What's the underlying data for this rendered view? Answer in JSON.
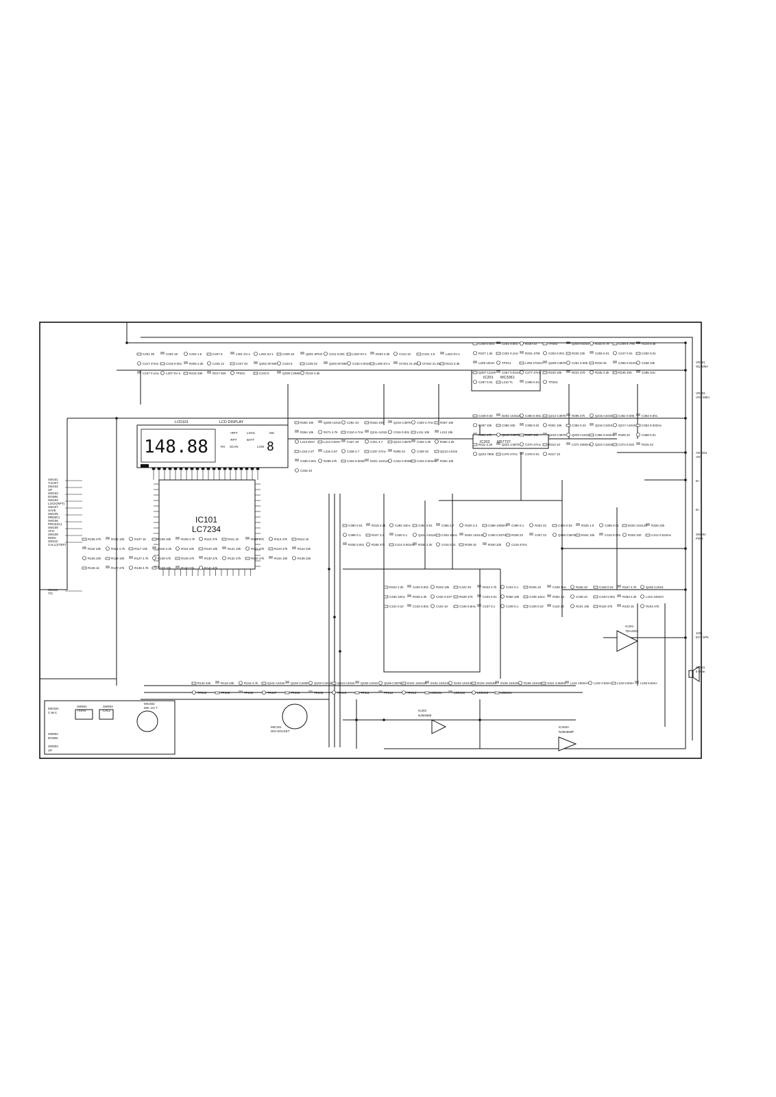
{
  "lcd": {
    "block_title": "LCD101",
    "display_title": "LCD DISPLAY",
    "readout": "148.88",
    "indicators": [
      "+RPT",
      "LOCK",
      "-RPT",
      "BATT",
      "RX",
      "SCAN",
      "LOW"
    ],
    "ms_label": "MS",
    "ms_digit": "8"
  },
  "ics": [
    {
      "ref": "IC101",
      "part": "LC7234"
    },
    {
      "ref": "IC201",
      "part": "MC3361"
    },
    {
      "ref": "IC202",
      "part": "M57737"
    },
    {
      "ref": "IC204",
      "part": "TDA2003"
    },
    {
      "ref": "IC203",
      "part": "NJM4558"
    },
    {
      "ref": "IC203A",
      "part": "NJM4558P"
    }
  ],
  "switches": [
    {
      "ref": "SW101",
      "name": "T.SHFT"
    },
    {
      "ref": "SW102",
      "name": "UP"
    },
    {
      "ref": "SW103",
      "name": "DOWN"
    },
    {
      "ref": "SW104",
      "name": "LOCK(RPT)"
    },
    {
      "ref": "SW107",
      "name": "SAVE"
    },
    {
      "ref": "SW105",
      "name": "MR(MC)"
    },
    {
      "ref": "SW106",
      "name": "PRIO(SC)"
    },
    {
      "ref": "SW108",
      "name": "VFO"
    },
    {
      "ref": "SW109",
      "name": "MONI"
    },
    {
      "ref": "SW110",
      "name": "CALL(STEP)"
    },
    {
      "ref": "SW112",
      "name": "T/C"
    }
  ],
  "connectors": [
    {
      "ref": "VR201",
      "name": "SQ 10kA"
    },
    {
      "ref": "VR202",
      "name": "VOL 50kA"
    },
    {
      "ref": "ANT201",
      "name": "ANT"
    },
    {
      "ref": "SW201",
      "name": "PWR"
    },
    {
      "ref": "J201",
      "name": "EXT SPK"
    },
    {
      "ref": "SP201",
      "name": "8 Ohm"
    },
    {
      "ref": "MIC101",
      "name": "DIN SOCKET"
    },
    {
      "ref": "MIC501",
      "name": "C-M-C"
    },
    {
      "ref": "MIC502",
      "name": "MIC 1/4 T"
    },
    {
      "ref": "SW501",
      "name": "TX/RX"
    },
    {
      "ref": "SW504",
      "name": "CALL"
    },
    {
      "ref": "SW502",
      "name": "DOWN"
    },
    {
      "ref": "SW503",
      "name": "UP"
    },
    {
      "ref": "B+",
      "name": ""
    },
    {
      "ref": "B+",
      "name": ""
    }
  ],
  "components": [
    "C201 39",
    "C203 18",
    "C204 1.5",
    "C207 5",
    "L201 SV-1",
    "L202 SV-1",
    "C209 18",
    "Q201 SPH0",
    "C211 0.001",
    "L203 SV-1",
    "R203 3.3k",
    "C213 10",
    "C221 1.5",
    "L204 SV-1",
    "C217 47nm",
    "C219 0.001",
    "R205 2.2k",
    "C226 12",
    "C227 33",
    "Q202 SF289",
    "C223 6",
    "C229 22",
    "Q203 SF289",
    "C232 0.001mc",
    "L206 SV-1",
    "CF201 21.4MHz",
    "CF202 21.4MHz",
    "R213 3.3k",
    "C237 0.1mc",
    "L207 SV-4",
    "R215 33k",
    "R217 820",
    "TP201",
    "C243 5",
    "Q206 C2668",
    "R219 3.3k",
    "C240 0.001",
    "C241 0.001",
    "R220 10",
    "TP202",
    "Q204 A1015",
    "R222 4.7k",
    "C249 4.7mc",
    "R224 8.4k",
    "R227 1.2k",
    "C251 0.1mc",
    "R231 470k",
    "C253 0.001",
    "R232 22k",
    "C255 0.01",
    "C247 0.01",
    "C250 0.01",
    "L208 10mH",
    "TP214",
    "L209 470mH",
    "Q208 C3875",
    "C261 0.005",
    "R233 4k",
    "C265 0.01mc",
    "C268 10k",
    "Q207 C1100",
    "C267 0.01mc",
    "C277 47mc",
    "R240 10k",
    "R241 470",
    "R245 2.2k",
    "R246 100",
    "C285 1mc",
    "C287 0.01",
    "L210 TL",
    "C289 0.01",
    "TP204",
    "R250 10k",
    "Q209 A1015",
    "C292 10",
    "R253 100",
    "Q210 C3875",
    "C303 4.7mc",
    "R257 10k",
    "R264 10k",
    "R271 4.7k",
    "C310 4.7mc",
    "Q211 A1015",
    "C316 0.001",
    "L211 10k",
    "L212 10k",
    "L213 8mH",
    "L214 0.8mH",
    "C327 18",
    "C321 4.7",
    "Q212 C3875",
    "C332 2.2k",
    "R282 2.2k",
    "L215 2.2T",
    "L216 2.5T",
    "C338 4.7",
    "C337 47mc",
    "R285 22",
    "C339 33",
    "Q213 A1015",
    "C335 0.001",
    "R289 47k",
    "C334 0.0028",
    "D201 1SS119",
    "C342 0.0028",
    "C344 0.001mc",
    "R292 10k",
    "C346 33",
    "C348 0.02",
    "D202 1SS119",
    "C350 0.001",
    "Q214 C3875",
    "R295 47k",
    "Q215 A1015",
    "C352 0.005",
    "C354 0.001",
    "R297 10k",
    "C356 330",
    "C358 0.01",
    "R301 10k",
    "C360 0.22",
    "Q216 C1815",
    "Q217 A1015",
    "C363 0.022mc",
    "R304 47k",
    "Q218 C3875",
    "R307 10k",
    "Q219 C3875",
    "Q220 C1815",
    "C366 0.022mc",
    "R309 22",
    "C368 0.01",
    "R311 2.2k",
    "Q221 C3875",
    "C370 47mc",
    "R313 10",
    "C372 3300mc",
    "Q222 C1815",
    "C374 0.022",
    "R315 22",
    "Q223 7805",
    "C376 47mc",
    "C378 0.01",
    "R317 10",
    "C380 0.01",
    "R319 2.2k",
    "C382 10mc",
    "C384 0.01",
    "C386 4.7",
    "R320 2.2",
    "C388 1000mc",
    "C390 0.1",
    "R322 22",
    "C394 0.02",
    "R325 1.5",
    "C396 0.01",
    "D203 1SS133",
    "R326 22k",
    "C398 0.1",
    "R327 3.3",
    "C400 0.1",
    "Q224 A1015",
    "C403 10mc",
    "D204 1SS133",
    "C405 0.047mc",
    "R328 22",
    "C407 22",
    "Q225 C3875",
    "R331 10k",
    "C410 0.001",
    "R333 100",
    "C412 0.022mc",
    "R335 0.001",
    "R336 47k",
    "C414 0.001mc",
    "R338 2.2k",
    "C416 0.01",
    "R339 1k",
    "R340 22k",
    "C418 47mc",
    "R342 2.2k",
    "C420 0.001",
    "R343 10k",
    "C422 33",
    "R344 4.7k",
    "C424 0.1",
    "R345 10",
    "C426 1mc",
    "R346 22",
    "C428 0.22",
    "R347 4.7k",
    "Q226 C1815",
    "C430 10mc",
    "R348 2.2k",
    "C432 0.047",
    "R349 470",
    "C434 0.01",
    "R350 10k",
    "C436 10mc",
    "R351 22",
    "C438 22",
    "C440 0.001",
    "R353 2.2k",
    "L104 100mH",
    "C101 0.22",
    "C103 0.001",
    "C104 10",
    "C106 6.8mc",
    "C107 0.1",
    "C108 0.1",
    "C109 0.22",
    "C110 33",
    "R101 10k",
    "R102 47k",
    "R103 1k",
    "R104 47k",
    "R105 47k",
    "R106 10k",
    "R107 1k",
    "R108 10k",
    "R109 4.7k",
    "R110 47k",
    "R111 1k",
    "R112 47k",
    "R113 47k",
    "R114 1k",
    "R115 10k",
    "R116 4.7k",
    "R117 10k",
    "R118 2.2k",
    "R119 10k",
    "R120 10k",
    "R121 10k",
    "R122 47k",
    "R123 47k",
    "R124 22k",
    "R125 22k",
    "R126 10k",
    "R127 4.7k",
    "R128 47k",
    "R129 47k",
    "R130 47k",
    "R131 47k",
    "R132 47k",
    "R134 10k",
    "R135 22k",
    "R136 1k",
    "R137 47k",
    "R138 4.7k",
    "R139 10k",
    "R140 22k",
    "R141 47k",
    "R142 22k",
    "R143 10k",
    "R144 4.7k",
    "Q101 A1015",
    "Q102 C2459",
    "Q103 C1815",
    "Q104 A1015",
    "Q105 A1015",
    "Q106 C2878",
    "D101 1SS133",
    "D102 1SS133",
    "D103 1SS133",
    "D104 1SS184",
    "D105 1SS184",
    "D106 1SS184",
    "X101 4.5MHz",
    "L101 100mH",
    "L102 0.8mH",
    "L103 0.8mH",
    "L105 6.8mH",
    "TP203",
    "TP205",
    "TP206",
    "TP207",
    "TP208",
    "TP209",
    "TP210",
    "TP211",
    "TP212",
    "TP213",
    "LED101",
    "LED102",
    "LED103",
    "LED104"
  ]
}
